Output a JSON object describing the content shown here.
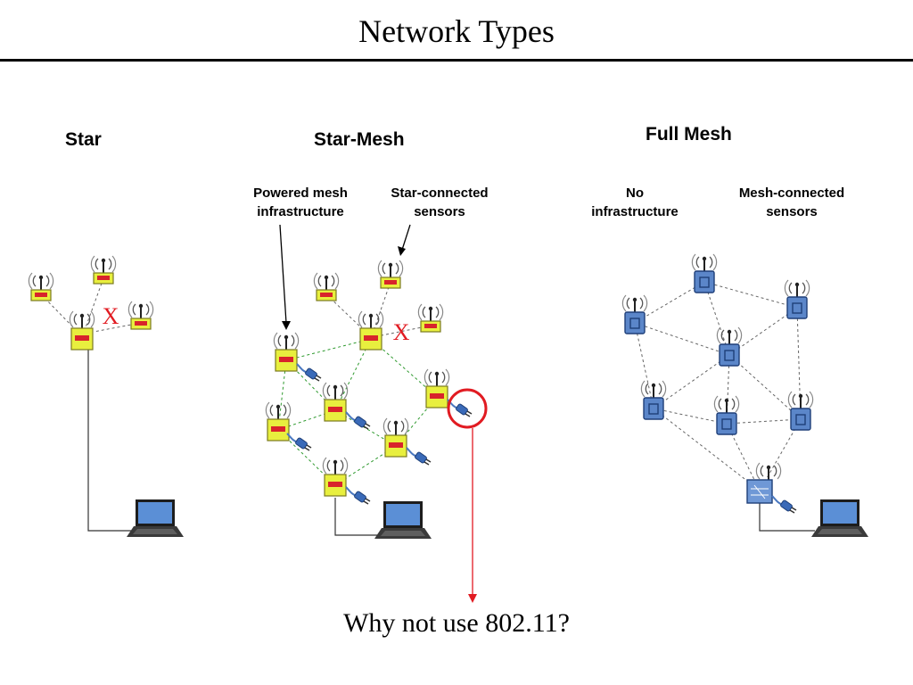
{
  "title": "Network Types",
  "sections": {
    "star": {
      "heading": "Star"
    },
    "star_mesh": {
      "heading": "Star-Mesh",
      "note_left": [
        "Powered mesh",
        "infrastructure"
      ],
      "note_right": [
        "Star-connected",
        "sensors"
      ]
    },
    "full_mesh": {
      "heading": "Full Mesh",
      "note_left": [
        "No",
        "infrastructure"
      ],
      "note_right": [
        "Mesh-connected",
        "sensors"
      ]
    }
  },
  "failure_mark": "X",
  "question": "Why not use 802.11?",
  "colors": {
    "router_fill": "#e8ef3e",
    "sensor_fill": "#e8ef3e",
    "bar": "#d8242b",
    "mesh_node": "#5b86c9",
    "link_star": "#666666",
    "link_mesh": "#2f9a2f",
    "highlight": "#e11b22"
  },
  "icons": [
    "antenna-icon",
    "power-plug-icon",
    "laptop-icon",
    "gateway-icon"
  ]
}
